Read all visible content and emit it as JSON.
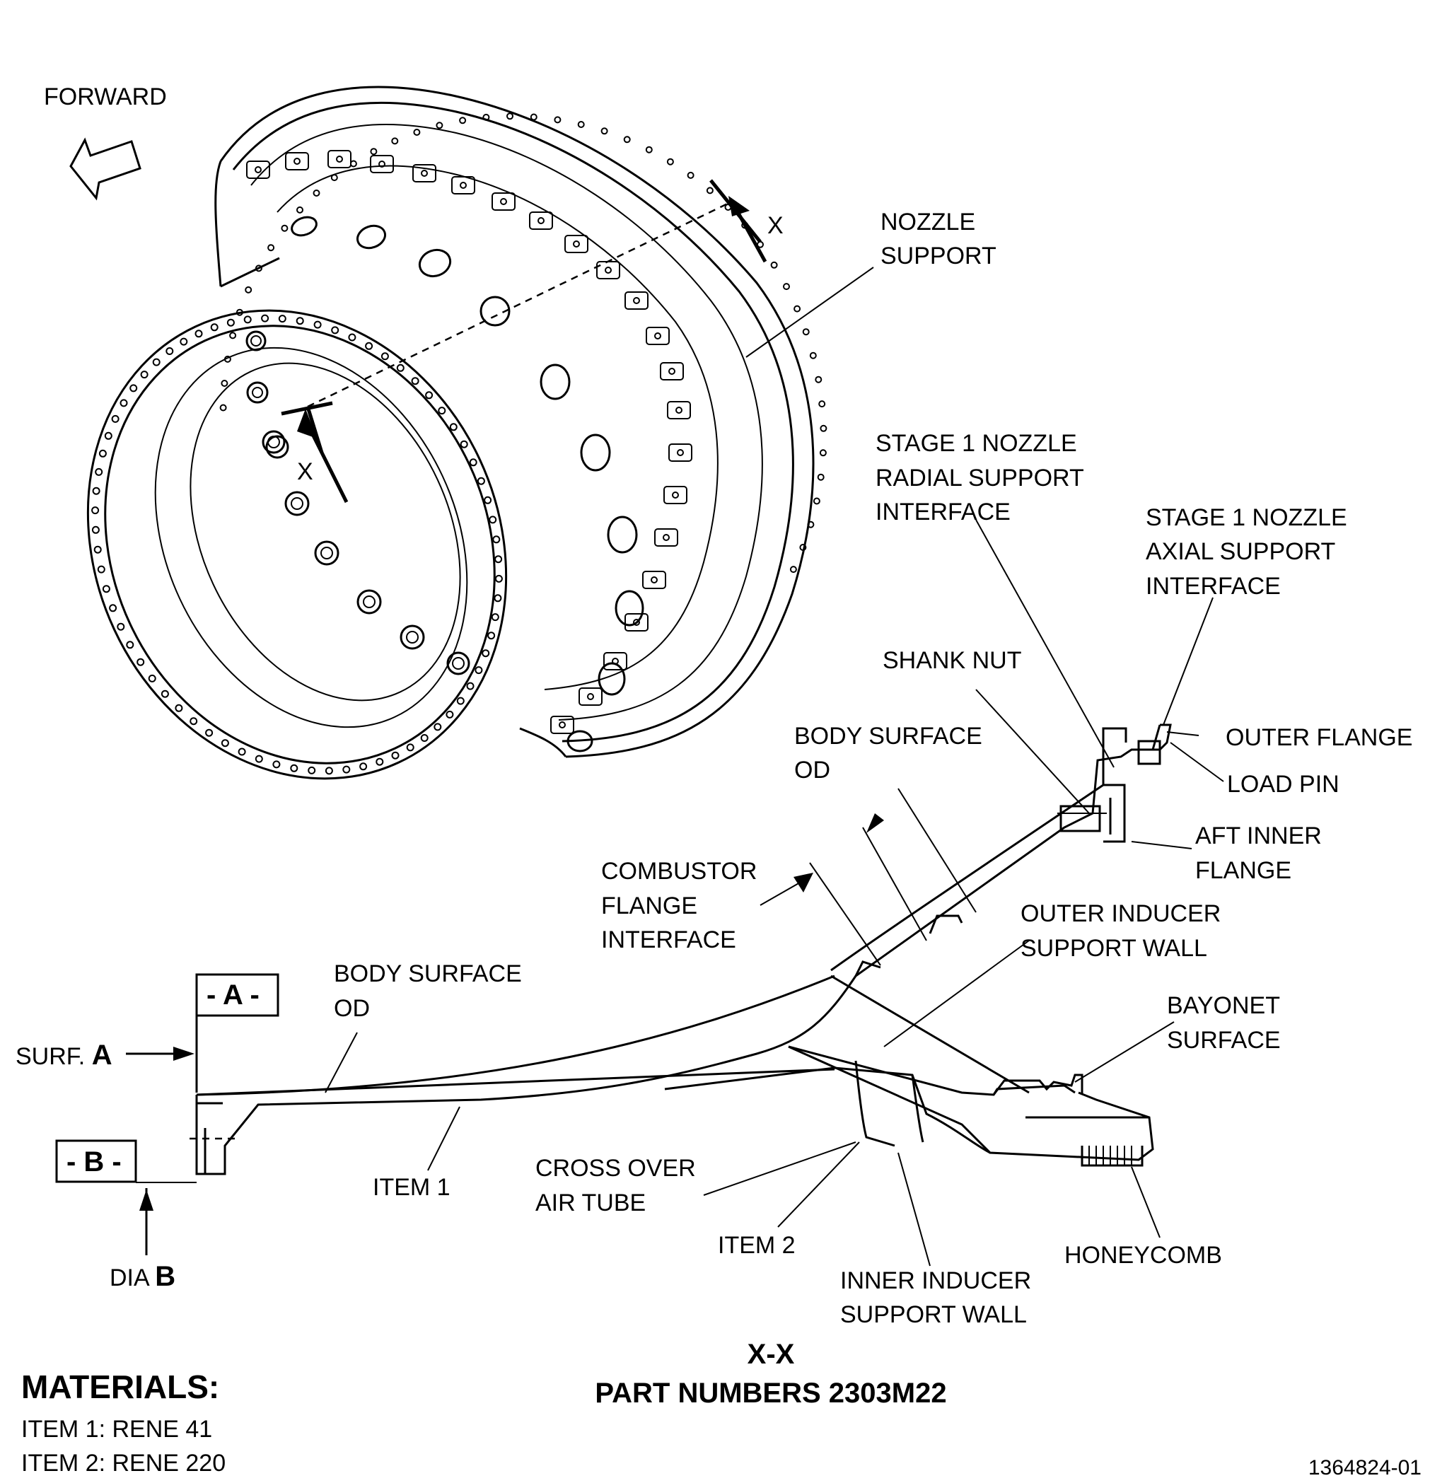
{
  "labels": {
    "forward": "FORWARD",
    "nozzle_support": [
      "NOZZLE",
      "SUPPORT"
    ],
    "section_x": "X",
    "stage1_radial": [
      "STAGE 1 NOZZLE",
      "RADIAL SUPPORT",
      "INTERFACE"
    ],
    "stage1_axial": [
      "STAGE 1 NOZZLE",
      "AXIAL SUPPORT",
      "INTERFACE"
    ],
    "shank_nut": "SHANK NUT",
    "outer_flange": "OUTER FLANGE",
    "load_pin": "LOAD PIN",
    "body_surface_od_upper": [
      "BODY SURFACE",
      "OD"
    ],
    "aft_inner_flange": [
      "AFT INNER",
      "FLANGE"
    ],
    "combustor_flange": [
      "COMBUSTOR",
      "FLANGE",
      "INTERFACE"
    ],
    "outer_inducer": [
      "OUTER INDUCER",
      "SUPPORT WALL"
    ],
    "body_surface_od_lower": [
      "BODY SURFACE",
      "OD"
    ],
    "datum_a": "- A -",
    "surf_a_prefix": "SURF. ",
    "surf_a_letter": "A",
    "bayonet_surface": [
      "BAYONET",
      "SURFACE"
    ],
    "datum_b": "- B -",
    "item_1": "ITEM 1",
    "cross_over": [
      "CROSS OVER",
      "AIR TUBE"
    ],
    "item_2": "ITEM 2",
    "honeycomb": "HONEYCOMB",
    "dia_b_prefix": "DIA ",
    "dia_b_letter": "B",
    "inner_inducer": [
      "INNER INDUCER",
      "SUPPORT WALL"
    ],
    "section_title": "X-X",
    "part_numbers": "PART NUMBERS 2303M22",
    "materials_title": "MATERIALS:",
    "material_1": "ITEM 1:  RENE 41",
    "material_2": "ITEM 2:  RENE 220",
    "figure_id": "1364824-01"
  }
}
